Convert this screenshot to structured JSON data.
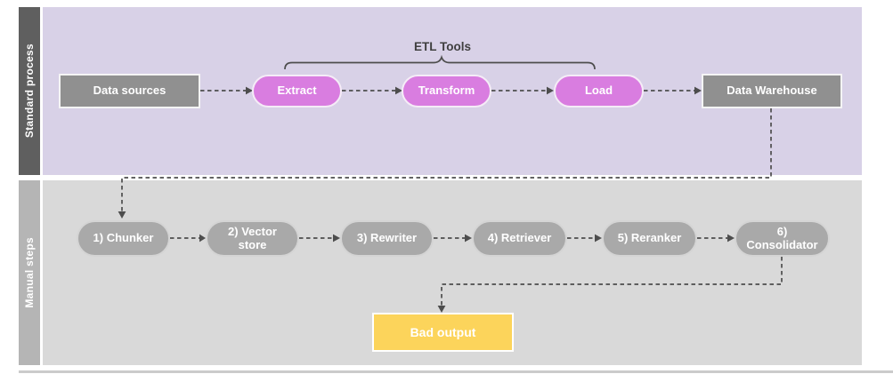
{
  "lanes": [
    {
      "label": "Standard process"
    },
    {
      "label": "Manual steps"
    }
  ],
  "standard_process": {
    "nodes": {
      "data_sources": "Data sources",
      "extract": "Extract",
      "transform": "Transform",
      "load": "Load",
      "data_warehouse": "Data Warehouse"
    },
    "bracket_label": "ETL Tools"
  },
  "manual_steps": {
    "nodes": [
      "1) Chunker",
      "2) Vector store",
      "3) Rewriter",
      "4) Retriever",
      "5) Reranker",
      "6) Consolidator"
    ],
    "bad_output": "Bad output"
  },
  "colors": {
    "lane1_bg": "#d8d1e7",
    "lane1_label_bg": "#5f5f5f",
    "lane2_bg": "#d9d9d9",
    "lane2_label_bg": "#b5b5b5",
    "pill_pink": "#d97de0",
    "node_gray": "#909090",
    "pill_gray": "#a9a9a9",
    "bad_output_yellow": "#fcd45b",
    "connector": "#4d4d4d"
  }
}
